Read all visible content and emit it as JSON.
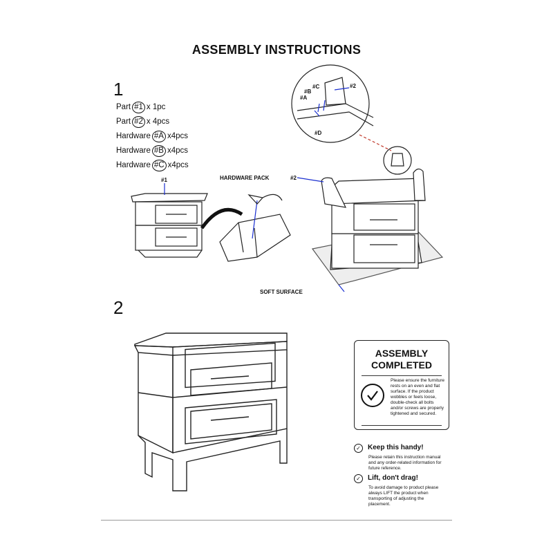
{
  "title": "ASSEMBLY  INSTRUCTIONS",
  "steps": [
    {
      "number": "1"
    },
    {
      "number": "2"
    }
  ],
  "parts_list": [
    {
      "prefix": "Part",
      "id": "#1",
      "qty": "x 1pc"
    },
    {
      "prefix": "Part",
      "id": "#2",
      "qty": "x 4pcs"
    },
    {
      "prefix": "Hardware",
      "id": "#A",
      "qty": "x4pcs"
    },
    {
      "prefix": "Hardware",
      "id": "#B",
      "qty": "x4pcs"
    },
    {
      "prefix": "Hardware",
      "id": "#C",
      "qty": "x4pcs"
    }
  ],
  "labels": {
    "part1": "#1",
    "hardware_pack": "HARDWARE PACK",
    "part2": "#2",
    "soft_surface": "SOFT SURFACE",
    "detail": {
      "c": "#C",
      "b": "#B",
      "a": "#A",
      "d": "#D",
      "two": "#2"
    }
  },
  "completed": {
    "title_line1": "ASSEMBLY",
    "title_line2": "COMPLETED",
    "text": "Please ensure the furniture rests on an even and flat surface. If the product wobbles or feels loose, double-check all bolts and/or screws are properly tightened and secured.",
    "icon": "check-circle-icon"
  },
  "tips": [
    {
      "heading": "Keep this handy!",
      "text": "Please retain this instruction manual and any order-related information for future reference.",
      "icon": "check-circle-icon"
    },
    {
      "heading": "Lift, don't drag!",
      "text": "To avoid damage to product please always LIFT the product when transporting of adjusting the placement.",
      "icon": "check-circle-icon"
    }
  ],
  "colors": {
    "arrow": "#1a2fd0",
    "dashed_line": "#c0392b"
  }
}
